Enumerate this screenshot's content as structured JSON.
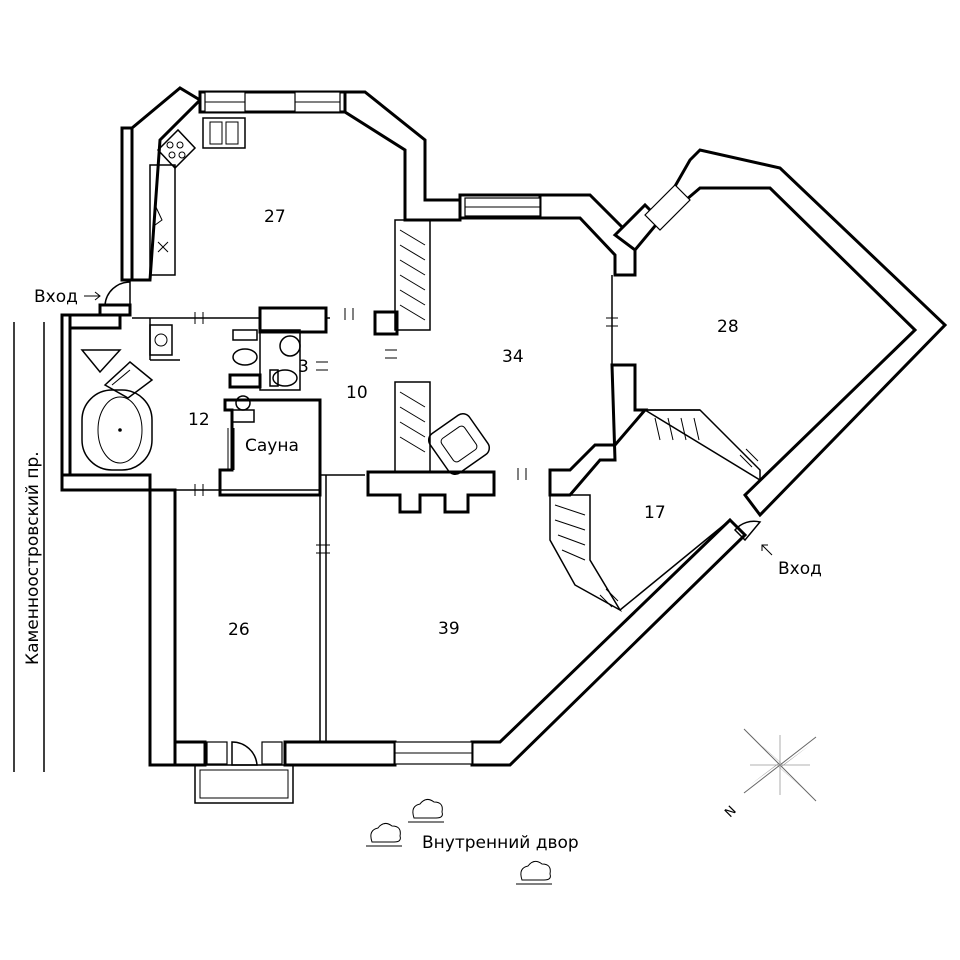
{
  "rooms": [
    {
      "id": "room-27",
      "area": "27"
    },
    {
      "id": "room-34",
      "area": "34"
    },
    {
      "id": "room-28",
      "area": "28"
    },
    {
      "id": "room-3",
      "area": "3"
    },
    {
      "id": "room-10",
      "area": "10"
    },
    {
      "id": "room-12",
      "area": "12"
    },
    {
      "id": "room-sauna",
      "area": "Сауна"
    },
    {
      "id": "room-17",
      "area": "17"
    },
    {
      "id": "room-26",
      "area": "26"
    },
    {
      "id": "room-39",
      "area": "39"
    }
  ],
  "entrances": {
    "left": "Вход",
    "right": "Вход"
  },
  "street_name": "Каменноостровский пр.",
  "courtyard": "Внутренний двор",
  "compass_north": "N",
  "icons": [
    "stove-icon",
    "sink-icon",
    "toilet-icon",
    "bathtub-icon",
    "shower-icon",
    "tree-icon",
    "compass-icon",
    "arrow-icon"
  ]
}
